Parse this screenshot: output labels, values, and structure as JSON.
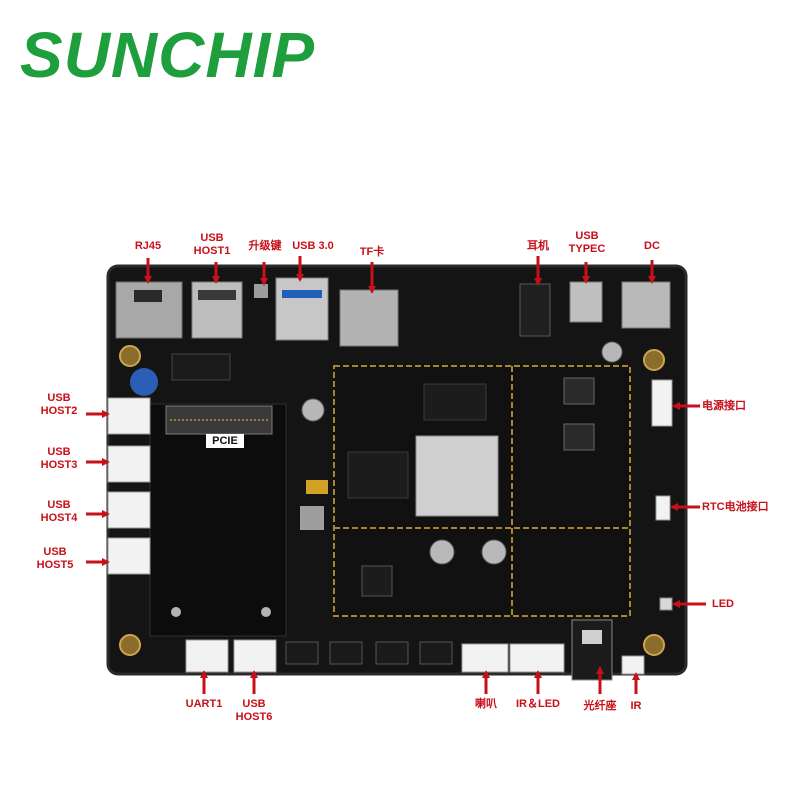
{
  "brand": {
    "logo_text": "SUNCHIP",
    "color": "#1e9e3c"
  },
  "board": {
    "pcb_color": "#141414",
    "pcie_slot_label": "PCIE"
  },
  "annotation_color": "#c8101a",
  "labels": {
    "rj45": "RJ45",
    "usb_host1": "USB\nHOST1",
    "upgrade_key": "升级键",
    "usb30": "USB 3.0",
    "tf_card": "TF卡",
    "earphone": "耳机",
    "usb_typec": "USB\nTYPEC",
    "dc": "DC",
    "power_connector": "电源接口",
    "rtc_battery": "RTC电池接口",
    "led": "LED",
    "usb_host2": "USB\nHOST2",
    "usb_host3": "USB\nHOST3",
    "usb_host4": "USB\nHOST4",
    "usb_host5": "USB\nHOST5",
    "uart1": "UART1",
    "usb_host6": "USB\nHOST6",
    "speaker": "喇叭",
    "ir_led": "IR＆LED",
    "optical_fiber": "光纤座",
    "ir": "IR"
  }
}
